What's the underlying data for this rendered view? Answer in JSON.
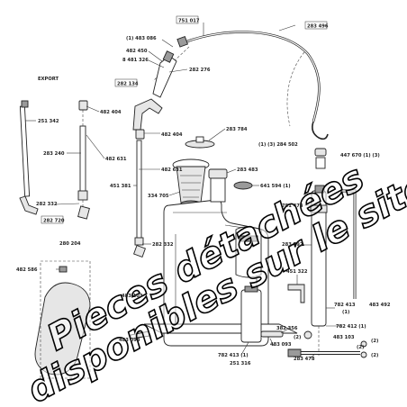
{
  "labels": {
    "l751017": "751 017",
    "l283496": "283 496",
    "l483086": "(1) 483 086",
    "l482450": "482 450",
    "l8481326": "8 481 326",
    "l282276": "282 276",
    "l282134": "282 134",
    "export": "EXPORT",
    "l482404a": "482 404",
    "l251342": "251 342",
    "l283240": "283 240",
    "l482631a": "482 631",
    "l482404b": "482 404",
    "l283784": "283 784",
    "l284502": "(1) (3) 284 502",
    "l447670": "447 670 (1) (3)",
    "l482631b": "482 631",
    "l283483": "283 483",
    "l451381": "451 381",
    "l641594": "641 594 (1)",
    "l334705": "334 705",
    "l751474": "751 474",
    "l282332a": "282 332",
    "l282720": "282 720",
    "l282332b": "282 332",
    "l283792": "283 792",
    "l280204": "280 204",
    "l482586": "482 586",
    "l451322": "451 322",
    "l483103a": "483 103",
    "l782413a": "782 413",
    "l782413a_n": "(1)",
    "l483492": "483 492",
    "l782412": "782 412 (1)",
    "l483093a": "483 093",
    "l382356": "382 356",
    "l483103b": "483 103",
    "l782413b": "782 413 (1)",
    "l251316": "251 316",
    "l483093b": "483 093",
    "l283478": "283 478",
    "n2a": "(2)",
    "n2b": "(2)",
    "n2c": "(2)",
    "n2d": "(2)"
  },
  "watermark": {
    "line1": "Pieces détachées",
    "line2": "disponibles sur le site"
  }
}
